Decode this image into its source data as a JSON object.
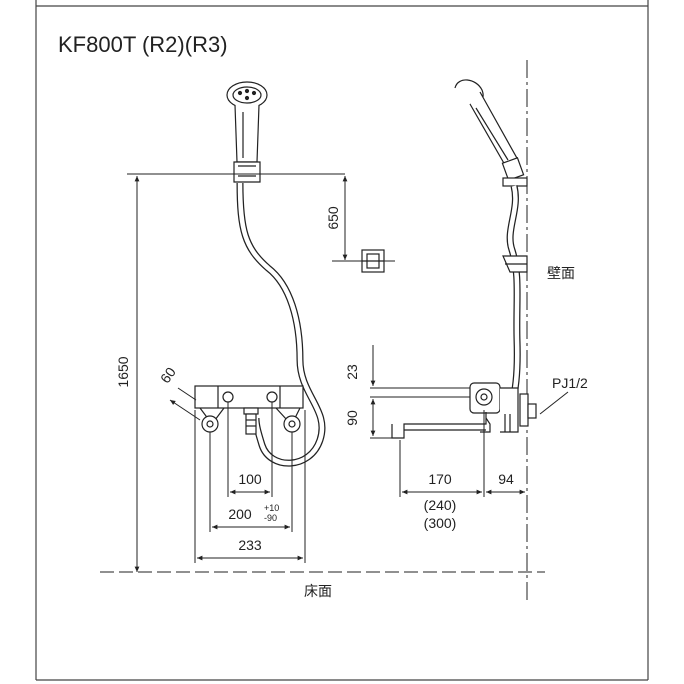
{
  "title": "KF800T (R2)(R3)",
  "front": {
    "height_total": "1650",
    "height_holder": "650",
    "angle_label": "60",
    "dim_100": "100",
    "dim_200": "200",
    "tol_plus": "+10",
    "tol_minus": "-90",
    "dim_233": "233"
  },
  "side": {
    "wall_label": "壁面",
    "pipe_label": "PJ1/2",
    "dim_23": "23",
    "dim_90": "90",
    "dim_170": "170",
    "dim_94": "94",
    "dim_240": "(240)",
    "dim_300": "(300)"
  },
  "floor_label": "床面",
  "colors": {
    "line": "#222222",
    "hose": "#444444",
    "fill": "#ffffff"
  }
}
